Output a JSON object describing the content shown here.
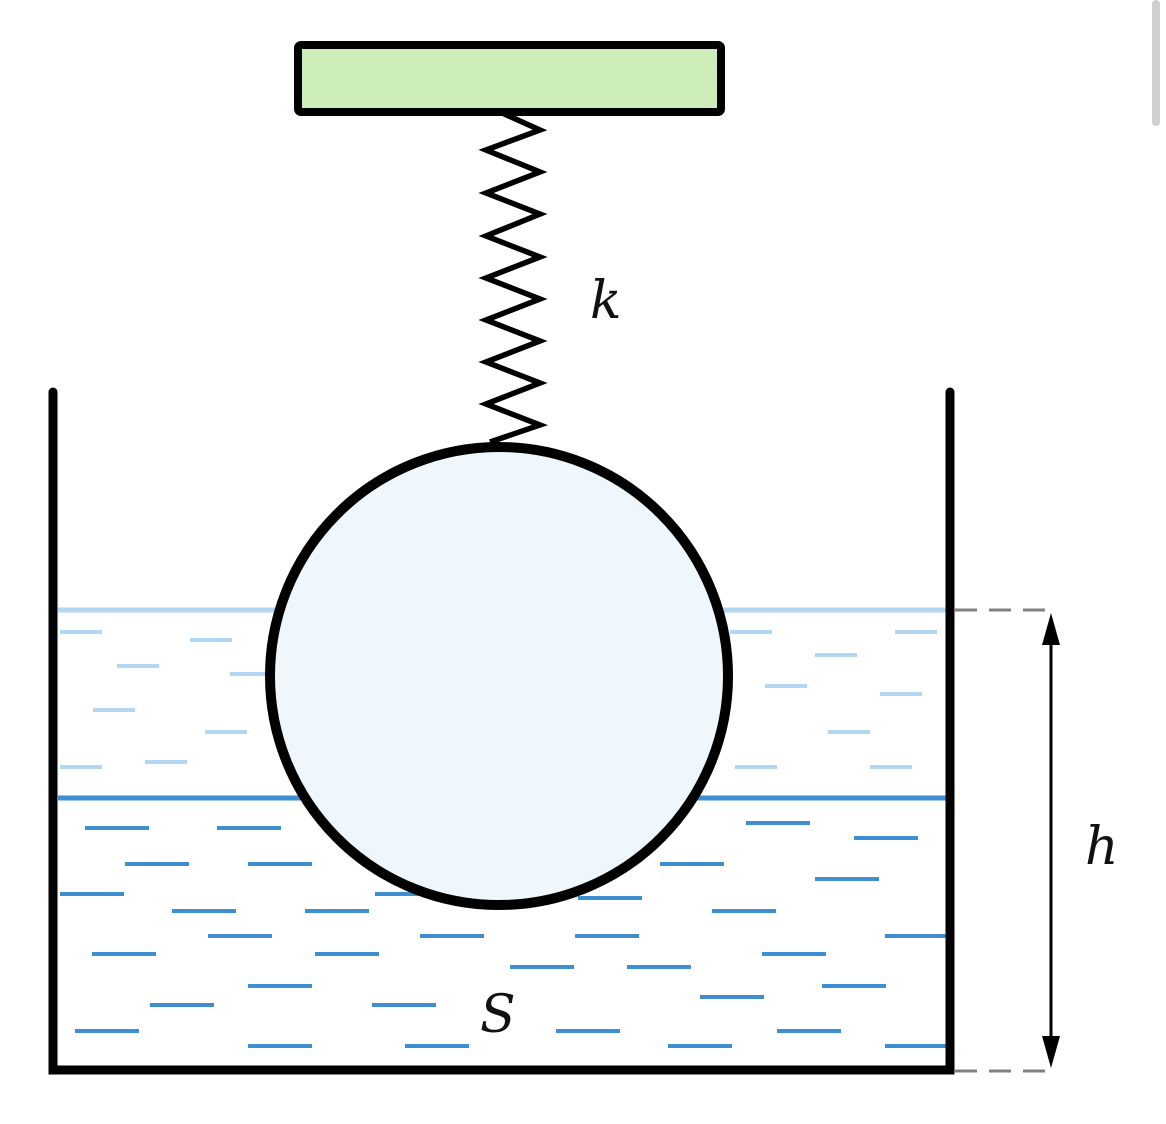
{
  "diagram": {
    "labels": {
      "spring": "k",
      "area": "S",
      "height": "h"
    },
    "colors": {
      "support_fill": "#cdeeb9",
      "outline": "#000000",
      "ball_fill": "#eff7fc",
      "light_liquid": "#b3d6f2",
      "dark_liquid": "#3d8fd1",
      "dimension_dash": "#808080"
    }
  }
}
